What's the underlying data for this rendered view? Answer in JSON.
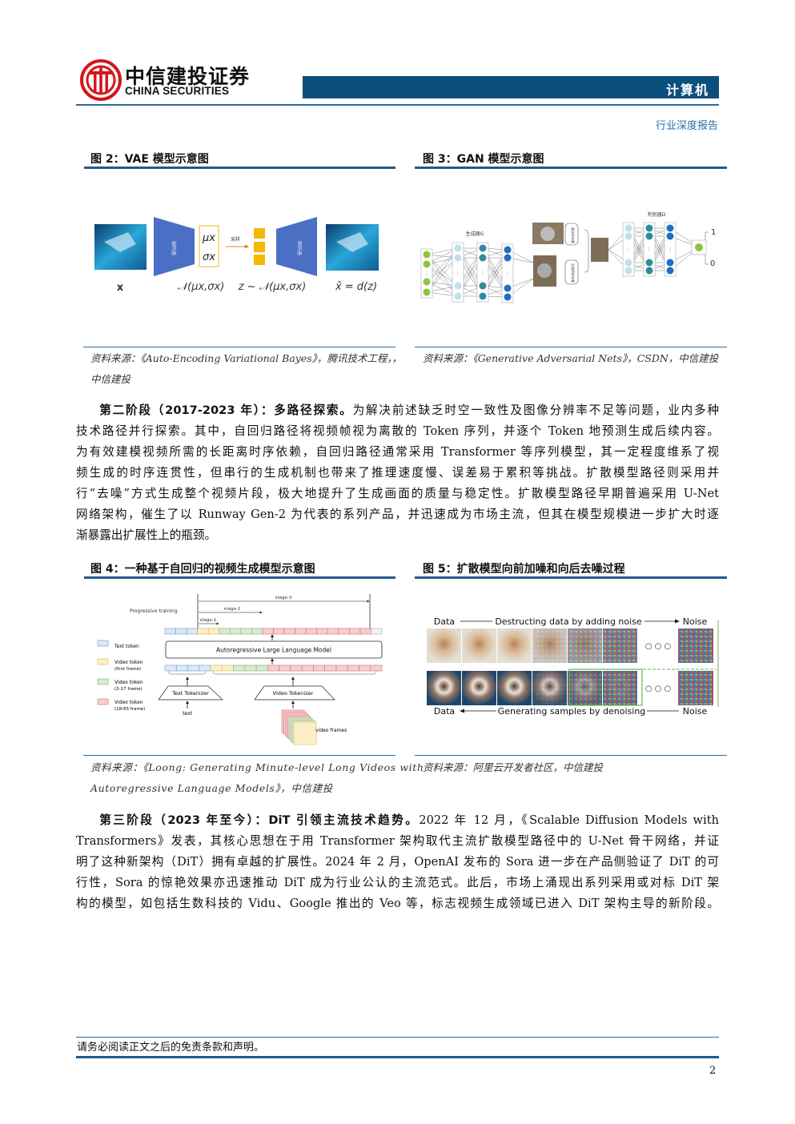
{
  "header": {
    "logo_cn": "中信建投证券",
    "logo_en": "CHINA SECURITIES",
    "sector": "计算机",
    "report_type": "行业深度报告"
  },
  "fig2": {
    "title": "图 2：VAE 模型示意图",
    "encoder": "编码器",
    "decoder": "解码器",
    "sample": "采样",
    "mu": "μx",
    "sigma": "σx",
    "label_x": "x",
    "label_dist": "𝒩(μx,σx)",
    "label_z": "z ~ 𝒩(μx,σx)",
    "label_xhat": "x̂ = d(z)",
    "source": [
      "资料来源：《Auto-Encoding Variational Bayes》，腾讯技术工程，，",
      "中信建投"
    ]
  },
  "fig3": {
    "title": "图 3：GAN 模型示意图",
    "generator": "生成器G",
    "discriminator": "判别器D",
    "real_set": "真实样本集",
    "fake_set": "生成的样本集",
    "out_1": "1",
    "out_0": "0",
    "source": [
      "资料来源：《Generative Adversarial Nets》，CSDN，中信建投"
    ]
  },
  "para1": {
    "lead": "第二阶段（2017-2023 年）：多路径探索。",
    "lines": [
      "为解决前述缺乏时空一致性及图像分辨率不足等问题，业内多种",
      "技术路径并行探索。其中，自回归路径将视频帧视为离散的 Token 序列，并逐个 Token 地预测生成后续内容。",
      "为有效建模视频所需的长距离时序依赖，自回归路径通常采用 Transformer 等序列模型，其一定程度维系了视",
      "频生成的时序连贯性，但串行的生成机制也带来了推理速度慢、误差易于累积等挑战。扩散模型路径则采用并",
      "行“去噪”方式生成整个视频片段，极大地提升了生成画面的质量与稳定性。扩散模型路径早期普遍采用 U-Net",
      "网络架构，催生了以 Runway Gen-2 为代表的系列产品，并迅速成为市场主流，但其在模型规模进一步扩大时逐",
      "渐暴露出扩展性上的瓶颈。"
    ]
  },
  "fig4": {
    "title": "图 4：一种基于自回归的视频生成模型示意图",
    "progressive": "Progressive training",
    "stage1": "stage-1",
    "stage2": "stage-2",
    "stage3": "stage-3",
    "legend": [
      "Text token",
      "Video token",
      "(first frame)",
      "Video token",
      "(2-17 frame)",
      "Video token",
      "(18-65 frame)"
    ],
    "llm": "Autoregressive Large Language Model",
    "text_tokenizer": "Text Tokenizer",
    "video_tokenizer": "Video Tokenizer",
    "text": "text",
    "video_frames": "video frames",
    "source": [
      "资料来源：《Loong: Generating Minute-level Long Videos with",
      "Autoregressive Language Models》，中信建投"
    ]
  },
  "fig5": {
    "title": "图 5：扩散模型向前加噪和向后去噪过程",
    "data": "Data",
    "noise": "Noise",
    "forward": "Destructing data by adding noise",
    "backward": "Generating samples by denoising",
    "dots": "○ ○ ○",
    "source": [
      "资料来源：阿里云开发者社区，中信建投"
    ]
  },
  "para2": {
    "lead": "第三阶段（2023 年至今）：DiT 引领主流技术趋势。",
    "lines": [
      "2022 年 12 月，《Scalable Diffusion Models with",
      "Transformers》发表，其核心思想在于用 Transformer 架构取代主流扩散模型路径中的 U-Net 骨干网络，并证",
      "明了这种新架构（DiT）拥有卓越的扩展性。2024 年 2 月，OpenAI 发布的 Sora 进一步在产品侧验证了 DiT 的可",
      "行性，Sora 的惊艳效果亦迅速推动 DiT 成为行业公认的主流范式。此后，市场上涌现出系列采用或对标 DiT 架",
      "构的模型，如包括生数科技的 Vidu、Google 推出的 Veo 等，标志视频生成领域已进入 DiT 架构主导的新阶段。"
    ]
  },
  "footer": {
    "disclaimer": "请务必阅读正文之后的免责条款和声明。",
    "page": "2"
  },
  "colors": {
    "brand_blue": "#0b4f7c",
    "logo_red": "#d7141a",
    "accent_link": "#2a6fa8"
  }
}
